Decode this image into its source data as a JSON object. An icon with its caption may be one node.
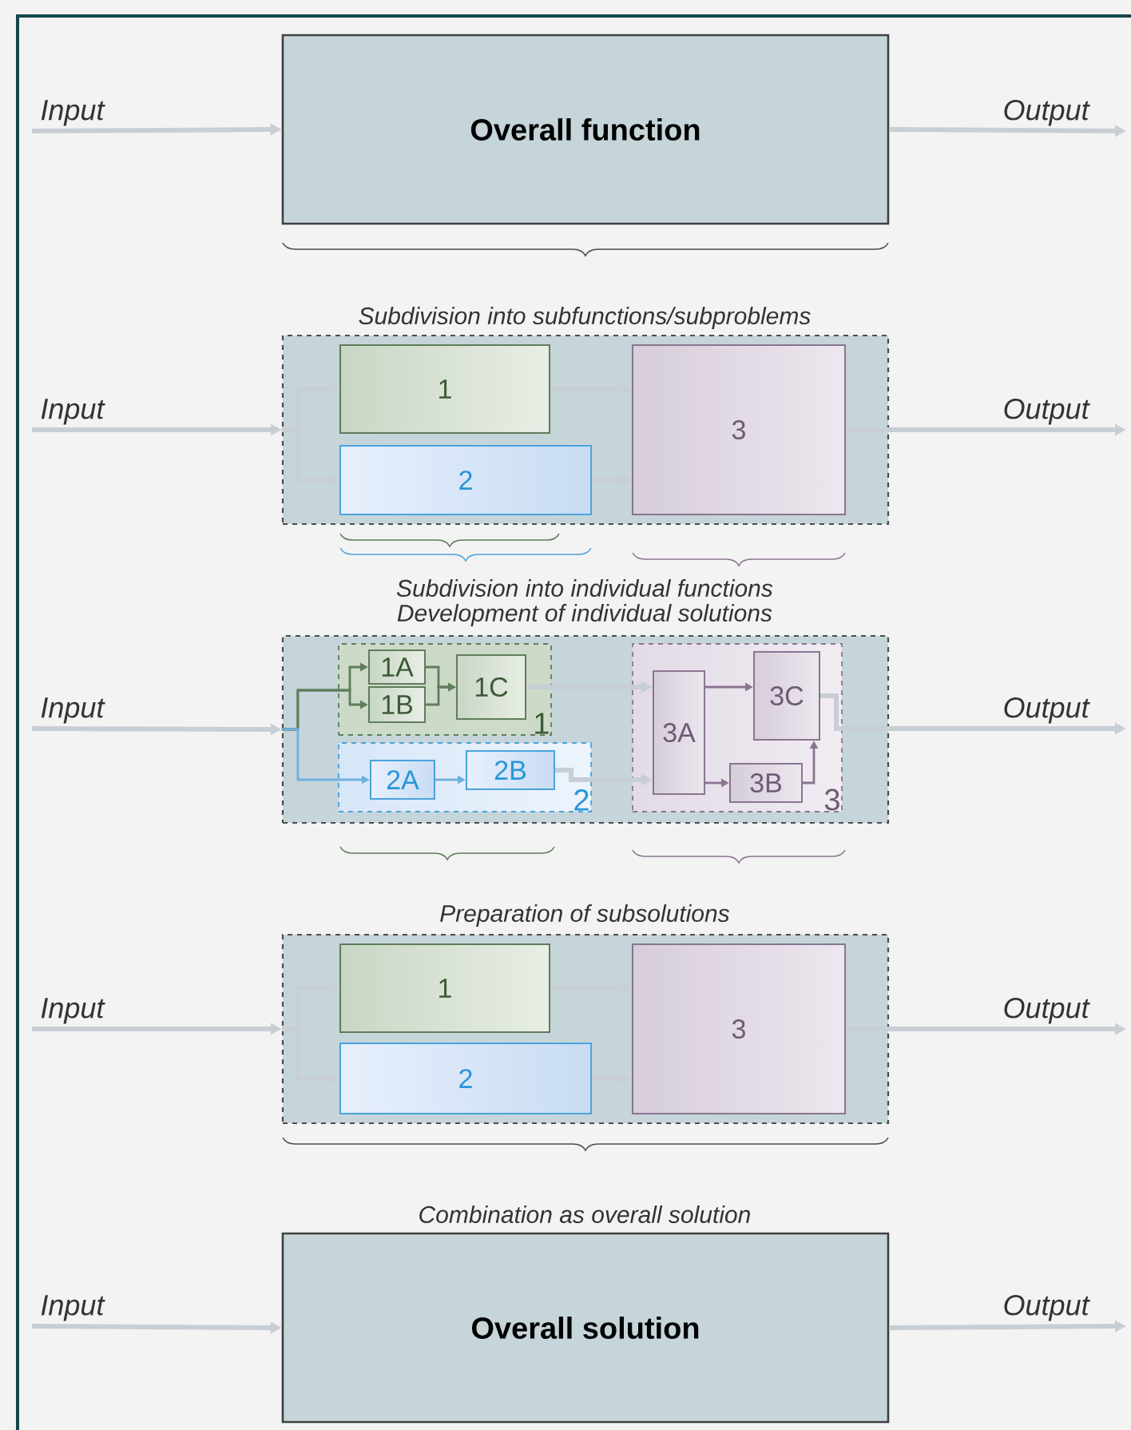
{
  "diagram": {
    "nodes": [
      {
        "text": [
          "Overall function"
        ]
      },
      {
        "text": [],
        "shape": "box"
      },
      {
        "text": [
          "1"
        ],
        "in": 1
      },
      {
        "text": [
          "2"
        ],
        "in": 1
      },
      {
        "text": [
          "3"
        ],
        "in": 1
      },
      {
        "text": [],
        "shape": "box"
      },
      {
        "text": [
          "1"
        ],
        "in": 5
      },
      {
        "text": [
          "1A"
        ],
        "in": 6
      },
      {
        "text": [
          "1B"
        ],
        "in": 6
      },
      {
        "text": [
          "1C"
        ],
        "in": 6
      },
      {
        "text": [
          "2"
        ],
        "in": 5
      },
      {
        "text": [
          "2A"
        ],
        "in": 10
      },
      {
        "text": [
          "2B"
        ],
        "in": 10
      },
      {
        "text": [
          "3"
        ],
        "in": 5
      },
      {
        "text": [
          "3A"
        ],
        "in": 13
      },
      {
        "text": [
          "3B"
        ],
        "in": 13
      },
      {
        "text": [
          "3C"
        ],
        "in": 13
      },
      {
        "text": [],
        "shape": "box"
      },
      {
        "text": [
          "1"
        ],
        "in": 17
      },
      {
        "text": [
          "2"
        ],
        "in": 17
      },
      {
        "text": [
          "3"
        ],
        "in": 17
      },
      {
        "text": [
          "Overall solution"
        ]
      }
    ],
    "edges": [
      {
        "from": null,
        "to": 0,
        "arrow": "to",
        "label": "Input"
      },
      {
        "from": 0,
        "to": null,
        "arrow": "to",
        "label": "Output"
      },
      {
        "from": null,
        "to": 1,
        "arrow": "to",
        "label": "Input"
      },
      {
        "from": 1,
        "to": 2,
        "arrow": "to"
      },
      {
        "from": 1,
        "to": 3,
        "arrow": "to"
      },
      {
        "from": 2,
        "to": 4,
        "arrow": "to"
      },
      {
        "from": 3,
        "to": 4,
        "arrow": "to"
      },
      {
        "from": 4,
        "to": null,
        "arrow": "to",
        "label": "Output"
      },
      {
        "from": null,
        "to": 5,
        "arrow": "to",
        "label": "Input"
      },
      {
        "from": 5,
        "to": 7,
        "arrow": "to",
        "color": "#5f7d5a"
      },
      {
        "from": 5,
        "to": 8,
        "arrow": "to",
        "color": "#5f7d5a"
      },
      {
        "from": 7,
        "to": 9,
        "arrow": "to",
        "color": "#5f7d5a"
      },
      {
        "from": 8,
        "to": 9,
        "arrow": "to",
        "color": "#5f7d5a"
      },
      {
        "from": 5,
        "to": 11,
        "arrow": "to",
        "color": "#6fb0e0"
      },
      {
        "from": 11,
        "to": 12,
        "arrow": "to",
        "color": "#6fb0e0"
      },
      {
        "from": 9,
        "to": 14,
        "arrow": "to"
      },
      {
        "from": 12,
        "to": 14,
        "arrow": "to"
      },
      {
        "from": 14,
        "to": 16,
        "arrow": "to",
        "color": "#8a7590"
      },
      {
        "from": 14,
        "to": 15,
        "arrow": "to",
        "color": "#8a7590"
      },
      {
        "from": 15,
        "to": 16,
        "arrow": "to",
        "color": "#8a7590"
      },
      {
        "from": 16,
        "to": null,
        "arrow": "to",
        "label": "Output"
      },
      {
        "from": null,
        "to": 17,
        "arrow": "to",
        "label": "Input"
      },
      {
        "from": 17,
        "to": 18,
        "arrow": "to"
      },
      {
        "from": 17,
        "to": 19,
        "arrow": "to"
      },
      {
        "from": 18,
        "to": 20,
        "arrow": "to"
      },
      {
        "from": 19,
        "to": 20,
        "arrow": "to"
      },
      {
        "from": 20,
        "to": null,
        "arrow": "to",
        "label": "Output"
      },
      {
        "from": null,
        "to": 21,
        "arrow": "to",
        "label": "Input"
      },
      {
        "from": 21,
        "to": null,
        "arrow": "to",
        "label": "Output"
      }
    ],
    "labels": [
      "Subdivision into subfunctions/subproblems",
      "Subdivision into individual functions",
      "Development of individual solutions",
      "Preparation of subsolutions",
      "Combination as overall solution"
    ]
  }
}
